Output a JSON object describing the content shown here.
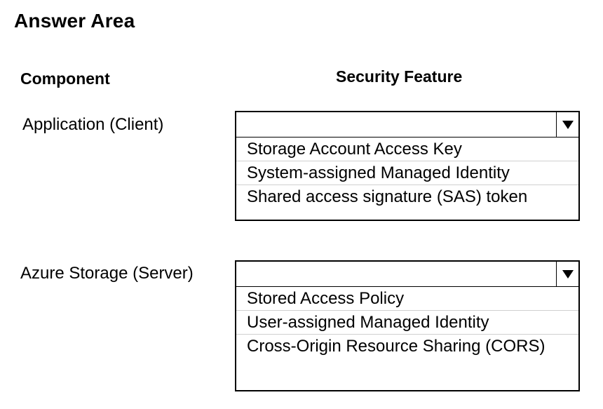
{
  "title": "Answer Area",
  "headers": {
    "component": "Component",
    "feature": "Security Feature"
  },
  "rows": [
    {
      "component": "Application (Client)",
      "selected_value": "",
      "toggle_icon": "triangle-down",
      "options": [
        "Storage Account Access Key",
        "System-assigned Managed Identity",
        "Shared access signature (SAS) token"
      ]
    },
    {
      "component": "Azure Storage (Server)",
      "selected_value": "",
      "toggle_icon": "triangle-down",
      "options": [
        "Stored Access Policy",
        "User-assigned Managed Identity",
        "Cross-Origin Resource Sharing (CORS)"
      ]
    }
  ]
}
